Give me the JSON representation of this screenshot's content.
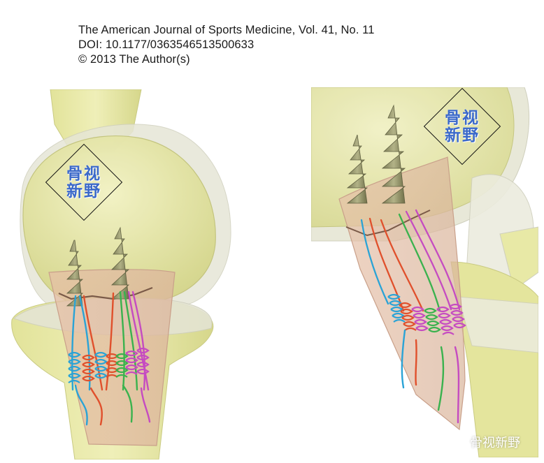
{
  "header": {
    "journal_line": "The American Journal of Sports Medicine, Vol. 41, No. 11",
    "doi_line": "DOI: 10.1177/0363546513500633",
    "copyright_line": "© 2013 The Author(s)"
  },
  "stamp": {
    "text": "骨视新野"
  },
  "watermark": {
    "text": "骨视新野",
    "icon": "wechat-icon"
  },
  "colors": {
    "bone": "#e9ea9c",
    "cartilage": "#e3e3d0",
    "graft": "#e9c5ad",
    "implant": "#8f8f62",
    "suture_blue": "#2aa3d6",
    "suture_red": "#e0502c",
    "suture_green": "#3ab24e",
    "suture_magenta": "#c54bc1"
  }
}
